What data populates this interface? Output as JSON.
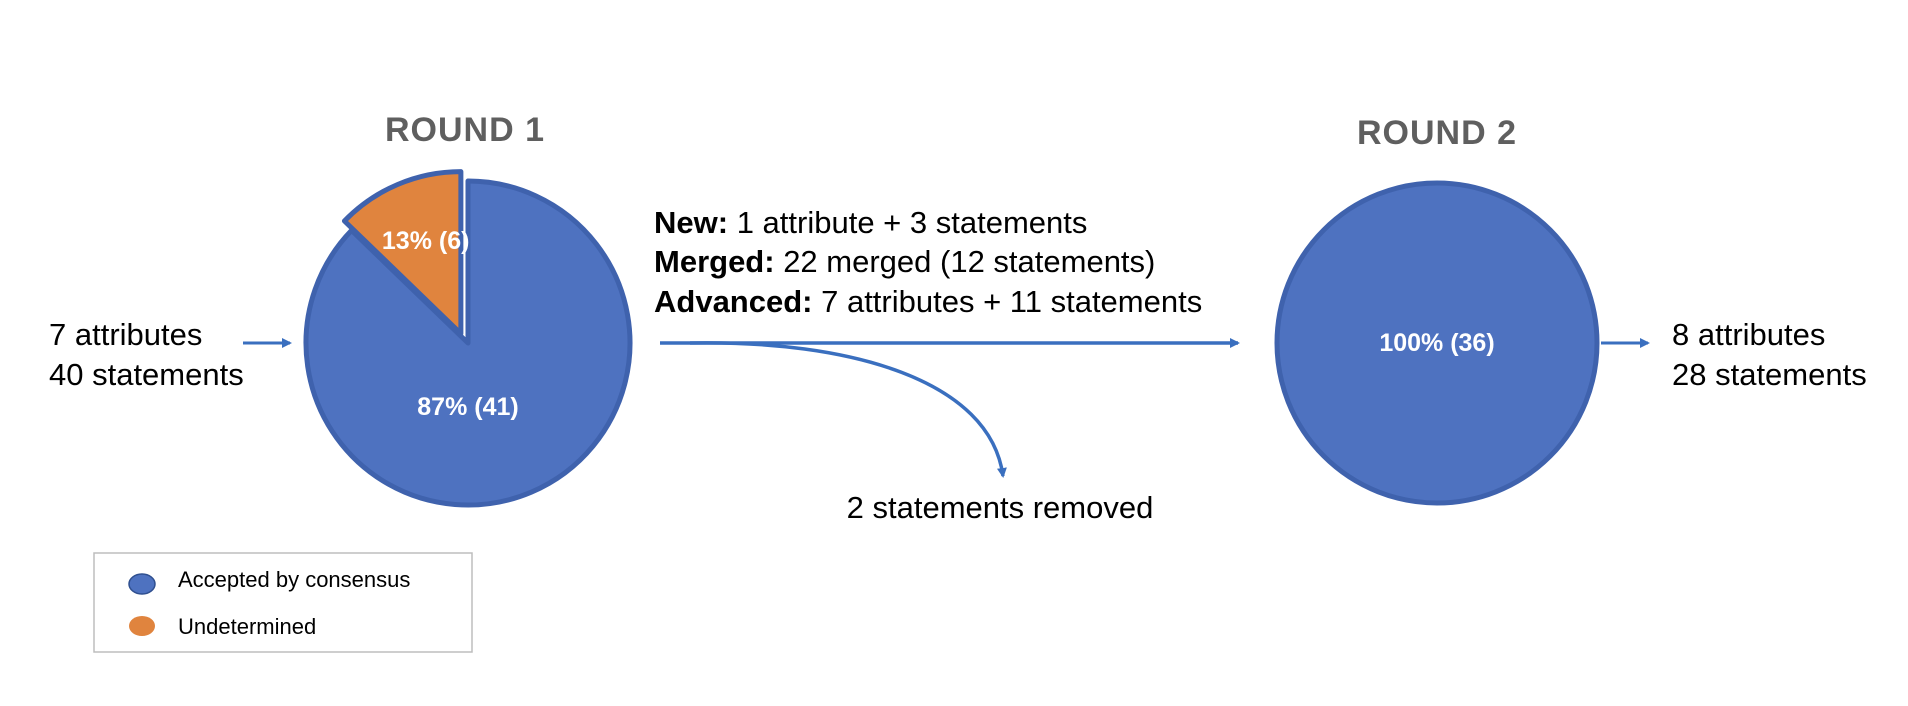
{
  "colors": {
    "accepted": "#4e72c0",
    "accepted_stroke": "#3f62ad",
    "undetermined": "#e0843e",
    "arrow": "#3a6fbf",
    "title": "#5f5f5f"
  },
  "round1": {
    "title": "ROUND 1",
    "input": {
      "line1": "7 attributes",
      "line2": "40 statements"
    },
    "chart": {
      "type": "pie",
      "slices": [
        {
          "label": "87% (41)",
          "value": 41,
          "series": "accepted"
        },
        {
          "label": "13% (6)",
          "value": 6,
          "series": "undetermined"
        }
      ]
    }
  },
  "transition": {
    "new_label": "New:",
    "new_text": " 1 attribute + 3 statements",
    "merged_label": "Merged:",
    "merged_text": " 22 merged (12 statements)",
    "advanced_label": "Advanced:",
    "advanced_text": " 7 attributes + 11 statements",
    "removed_text": "2 statements removed"
  },
  "round2": {
    "title": "ROUND 2",
    "output": {
      "line1": "8 attributes",
      "line2": "28 statements"
    },
    "chart": {
      "type": "pie",
      "slices": [
        {
          "label": "100% (36)",
          "value": 36,
          "series": "accepted"
        }
      ]
    }
  },
  "legend": {
    "items": [
      {
        "label": "Accepted by consensus",
        "series": "accepted"
      },
      {
        "label": "Undetermined",
        "series": "undetermined"
      }
    ]
  }
}
